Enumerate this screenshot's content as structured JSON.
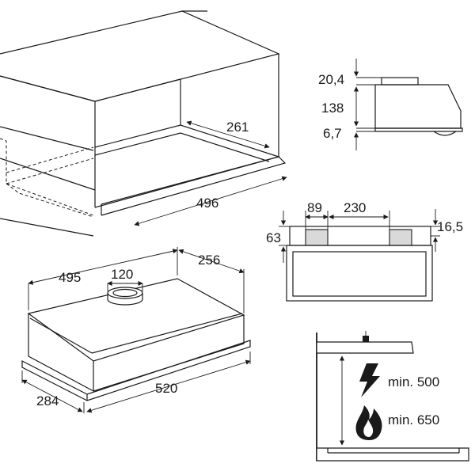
{
  "dimensions": {
    "cabinet_depth": "261",
    "cabinet_width": "496",
    "side_top": "20,4",
    "side_height": "138",
    "side_bottom": "6,7",
    "front_left": "89",
    "front_spacing": "230",
    "front_right": "16,5",
    "front_height": "63",
    "hood_width": "495",
    "hood_depth": "256",
    "outlet_diameter": "120",
    "body_depth": "284",
    "body_width": "520"
  },
  "clearance": {
    "electric_label": "min. 500",
    "gas_label": "min. 650"
  },
  "icons": {
    "electric": "lightning-icon",
    "gas": "flame-icon"
  },
  "colors": {
    "line": "#1a1a1a",
    "panel": "#d9d9d9"
  }
}
